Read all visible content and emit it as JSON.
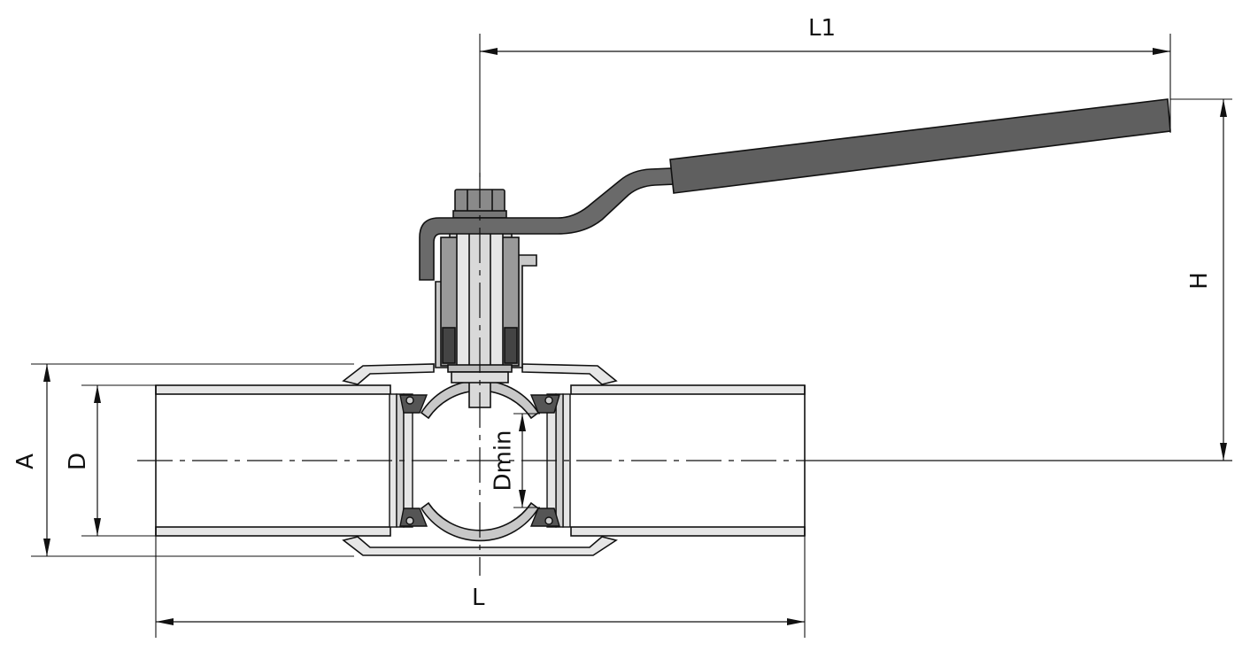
{
  "dimensions": {
    "l1": "L1",
    "h": "H",
    "a": "A",
    "d": "D",
    "dmin": "Dmin",
    "l": "L"
  },
  "colors": {
    "line": "#111111",
    "pipe_fill": "#e6e6e6",
    "body_fill": "#c8c8c8",
    "dark_fill": "#555555",
    "seal_fill": "#3a3a3a",
    "stem_fill": "#d9d9d9"
  }
}
